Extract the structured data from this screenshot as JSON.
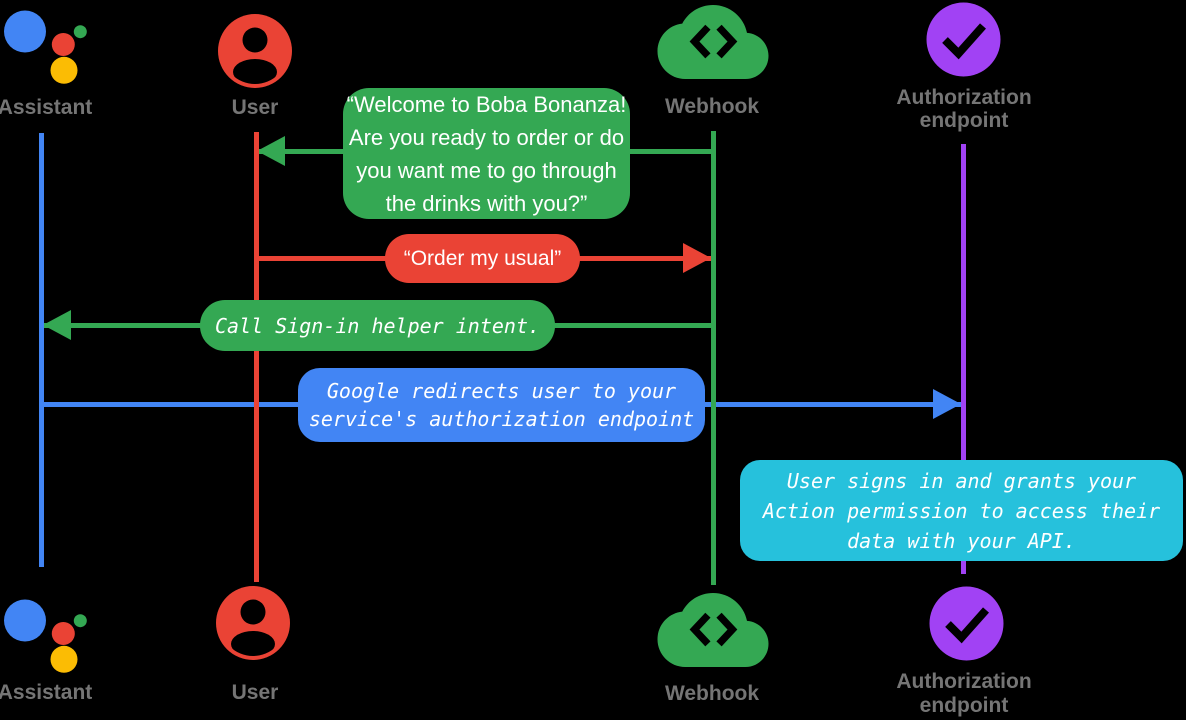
{
  "diagram_type": "sequence-diagram",
  "actors": {
    "assistant": {
      "label": "Assistant",
      "icon": "google-assistant-icon"
    },
    "user": {
      "label": "User",
      "icon": "person-circle-icon"
    },
    "webhook": {
      "label": "Webhook",
      "icon": "cloud-code-icon"
    },
    "auth": {
      "label": "Authorization\nendpoint",
      "icon": "checkmark-circle-icon"
    }
  },
  "messages": {
    "welcome": {
      "text": "“Welcome to Boba Bonanza!\nAre you ready to order or do\nyou want me to go through\nthe drinks with you?”",
      "from": "webhook",
      "to": "user",
      "color": "#34A853"
    },
    "order": {
      "text": "“Order my usual”",
      "from": "user",
      "to": "webhook",
      "color": "#EA4335"
    },
    "sign_in": {
      "text": "Call Sign-in helper intent.",
      "from": "webhook",
      "to": "assistant",
      "color": "#34A853"
    },
    "redirect": {
      "text": "Google redirects user to your\nservice's authorization endpoint",
      "from": "assistant",
      "to": "auth",
      "color": "#4285F4"
    },
    "grant": {
      "text": "User signs in and grants your\nAction permission to access their\ndata with your API.",
      "on": "auth",
      "color": "#26C1DC"
    }
  },
  "colors": {
    "green": "#34A853",
    "red": "#EA4335",
    "blue": "#4285F4",
    "purple": "#A142F4",
    "cyan": "#26C1DC",
    "yellow": "#FBBC04",
    "label_gray": "#757575",
    "background": "#000000"
  }
}
